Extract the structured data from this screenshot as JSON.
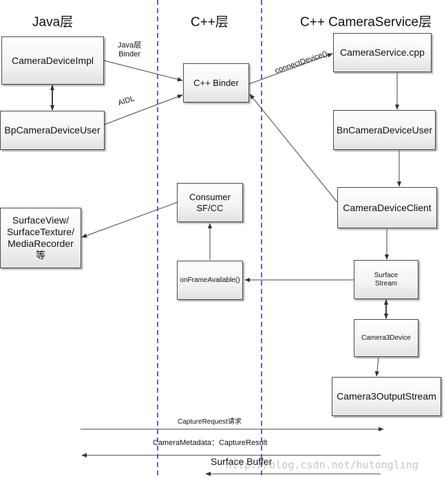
{
  "headers": {
    "java": "Java层",
    "cpp": "C++层",
    "service": "C++ CameraService层"
  },
  "boxes": {
    "camera_device_impl": "CameraDeviceImpl",
    "bp_camera_device_user": "BpCameraDeviceUser",
    "surface_view": "SurfaceView/\nSurfaceTexture/\nMediaRecorder\n等",
    "cpp_binder": "C++ Binder",
    "consumer": "Consumer\nSF/CC",
    "on_frame_available": "onFrameAvailable()",
    "camera_service_cpp": "CameraService.cpp",
    "bn_camera_device_user": "BnCameraDeviceUser",
    "camera_device_client": "CameraDeviceClient",
    "surface_stream": "Surface\nStream",
    "camera3_device": "Camera3Device",
    "camera3_output_stream": "Camera3OutputStream"
  },
  "labels": {
    "java_binder": "Java层\nBinder",
    "aidl": "AIDL",
    "connect_device": "connectDevice()",
    "capture_request": "CaptureRequest请求",
    "capture_result": "CameraMetadata：CaptureResult",
    "surface_buffer": "Surface Buffer"
  },
  "watermark": "http://blog.csdn.net/hutongling",
  "colors": {
    "divider": "#1f2fd0",
    "arrow": "#333333"
  }
}
